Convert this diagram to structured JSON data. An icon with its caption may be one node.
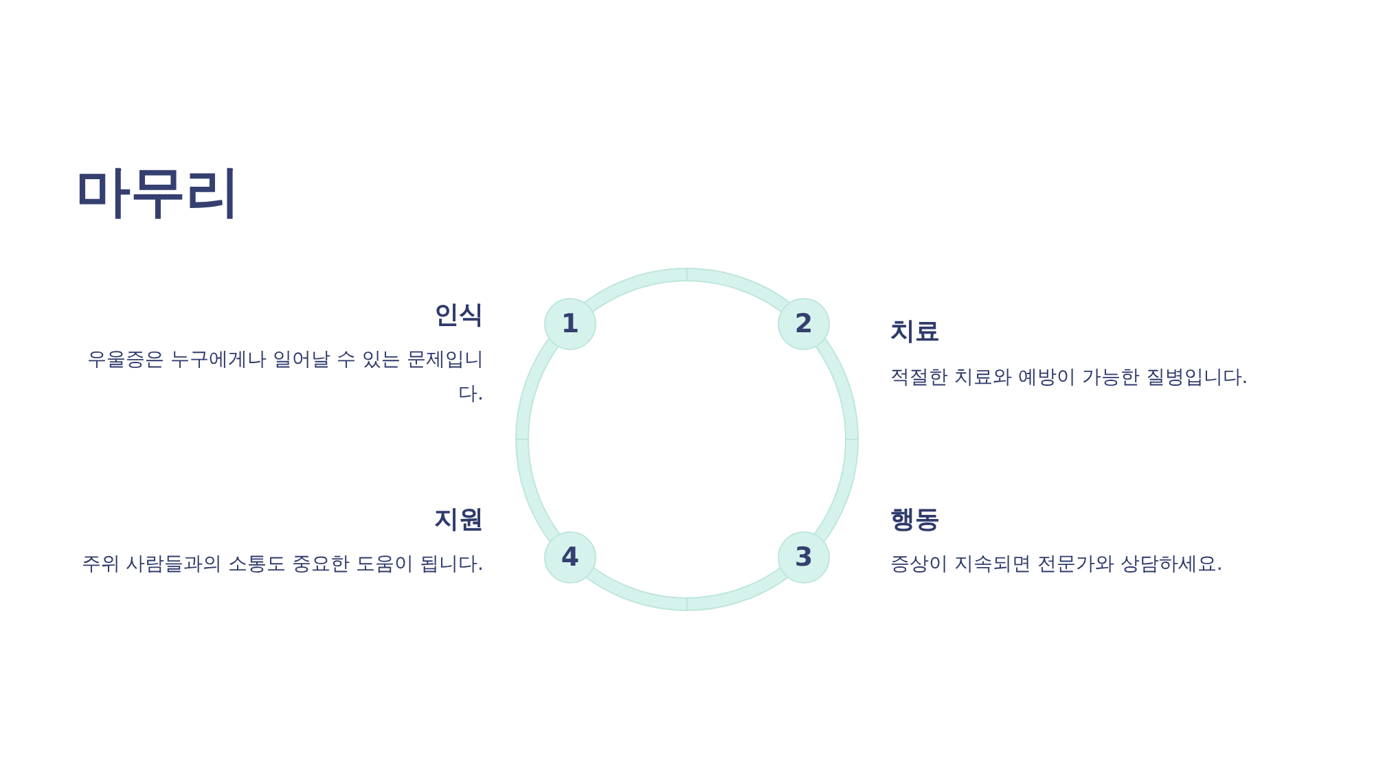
{
  "diagram": {
    "title": "마무리",
    "nodes": [
      {
        "text": [
          "1"
        ],
        "beside": [
          "인식",
          "우울증은 누구에게나 일어날 수 있는 문제입니다."
        ]
      },
      {
        "text": [
          "2"
        ],
        "beside": [
          "치료",
          "적절한 치료와 예방이 가능한 질병입니다."
        ]
      },
      {
        "text": [
          "3"
        ],
        "beside": [
          "행동",
          "증상이 지속되면 전문가와 상담하세요."
        ]
      },
      {
        "text": [
          "4"
        ],
        "beside": [
          "지원",
          "주위 사람들과의 소통도 중요한 도움이 됩니다."
        ]
      }
    ]
  }
}
